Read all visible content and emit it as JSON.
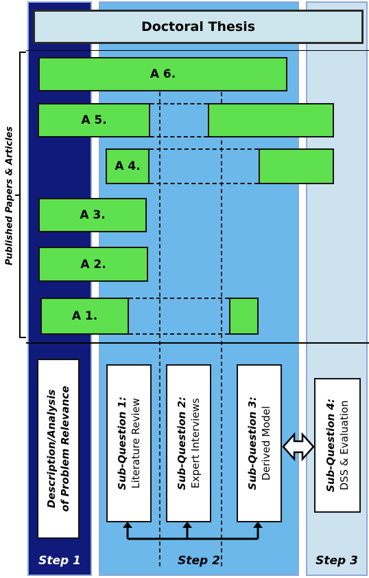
{
  "title": "Doctoral Thesis",
  "side_label": "Published Papers & Articles",
  "articles": {
    "a6": "A 6.",
    "a5": "A 5.",
    "a4": "A 4.",
    "a3": "A 3.",
    "a2": "A 2.",
    "a1": "A 1."
  },
  "steps": {
    "step1": "Step 1",
    "step2": "Step 2",
    "step3": "Step 3"
  },
  "step1_box": {
    "line1": "Description/Analysis",
    "line2": "of Problem Relevance"
  },
  "subquestions": [
    {
      "head": "Sub-Question 1:",
      "body": "Literature Review"
    },
    {
      "head": "Sub-Question 2:",
      "body": "Expert Interviews"
    },
    {
      "head": "Sub-Question 3:",
      "body": "Derived Model"
    },
    {
      "head": "Sub-Question 4:",
      "body": "DSS & Evaluation"
    }
  ],
  "colors": {
    "step1_bg": "#101a7a",
    "step2_bg": "#6cb8ea",
    "step3_bg": "#cde2ef",
    "article_green": "#5fe04e",
    "title_bg": "#cde6ee"
  }
}
